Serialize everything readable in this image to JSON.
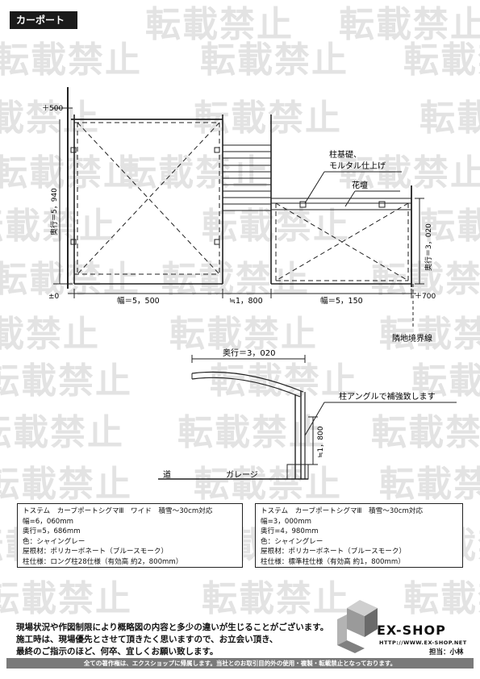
{
  "header": {
    "tag": "カーポート"
  },
  "watermark": {
    "text": "転載禁止"
  },
  "plan": {
    "dim_plus500": "＋500",
    "dim_pm0": "±0",
    "depth_left": "奥行＝5，940",
    "width_left": "幅＝5，500",
    "gap": "≒1，800",
    "width_right": "幅＝5，150",
    "dim_plus700": "＋700",
    "depth_right": "奥行＝3，020",
    "note_foundation_1": "柱基礎、",
    "note_foundation_2": "モルタル仕上げ",
    "note_flowerbed": "花壇",
    "note_boundary": "隣地境界線"
  },
  "section": {
    "depth": "奥行＝3，020",
    "note_angle": "柱アングルで補強致します",
    "height": "≒1，800",
    "road": "道",
    "garage": "ガレージ"
  },
  "spec_left": {
    "lines": [
      "トステム　カーブポートシグマⅢ　ワイド　積雪～30cm対応",
      "幅=6，060mm",
      "奥行=5，686mm",
      "色：シャイングレー",
      "屋根材：ポリカーボネート（ブルースモーク）",
      "柱仕様：ロング柱28仕様（有効高 約2，800mm）"
    ]
  },
  "spec_right": {
    "lines": [
      "トステム　カーブポートシグマⅢ　積雪～30cm対応",
      "幅=3，000mm",
      "奥行=4，980mm",
      "色：シャイングレー",
      "屋根材：ポリカーボネート（ブルースモーク）",
      "柱仕様：標準柱仕様（有効高 約1，800mm）"
    ]
  },
  "notes": {
    "line1": "現場状況や作図制限により概略図の内容と多少の違いが生じることがございます。",
    "line2": "施工時は、現場優先とさせて頂きたく思いますので、お立会い頂き、",
    "line3": "最終のご指示のほど、何卒、宜しくお願い致します。"
  },
  "brand": {
    "name": "EX-SHOP",
    "url": "HTTP://WWW.EX-SHOP.NET",
    "staff": "担当：小林"
  },
  "footer": {
    "text": "全ての著作権は、エクスショップに帰属します。当社とのお取引目的外の使用・複製・転載禁止となっております。"
  }
}
